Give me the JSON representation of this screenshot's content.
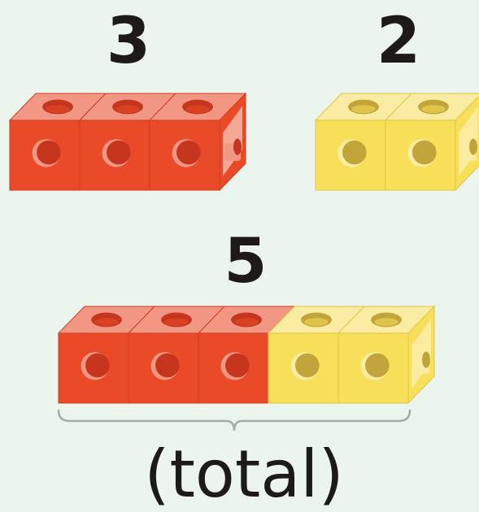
{
  "addend_a": {
    "label": "3",
    "count": 3,
    "color": "red"
  },
  "addend_b": {
    "label": "2",
    "count": 2,
    "color": "yellow"
  },
  "sum": {
    "label": "5",
    "count": 5
  },
  "total_label": "(total)",
  "colors": {
    "background": "#ebf5ed",
    "red_front": "#e94a27",
    "red_top": "#f19784",
    "red_side": "#f5a895",
    "red_hole": "#c6361f",
    "yellow_front": "#f8df5a",
    "yellow_top": "#fbeca4",
    "yellow_side": "#fbeb9e",
    "yellow_hole": "#c1a43a",
    "bracket": "#a9a9a9",
    "text": "#1e1a1a"
  }
}
